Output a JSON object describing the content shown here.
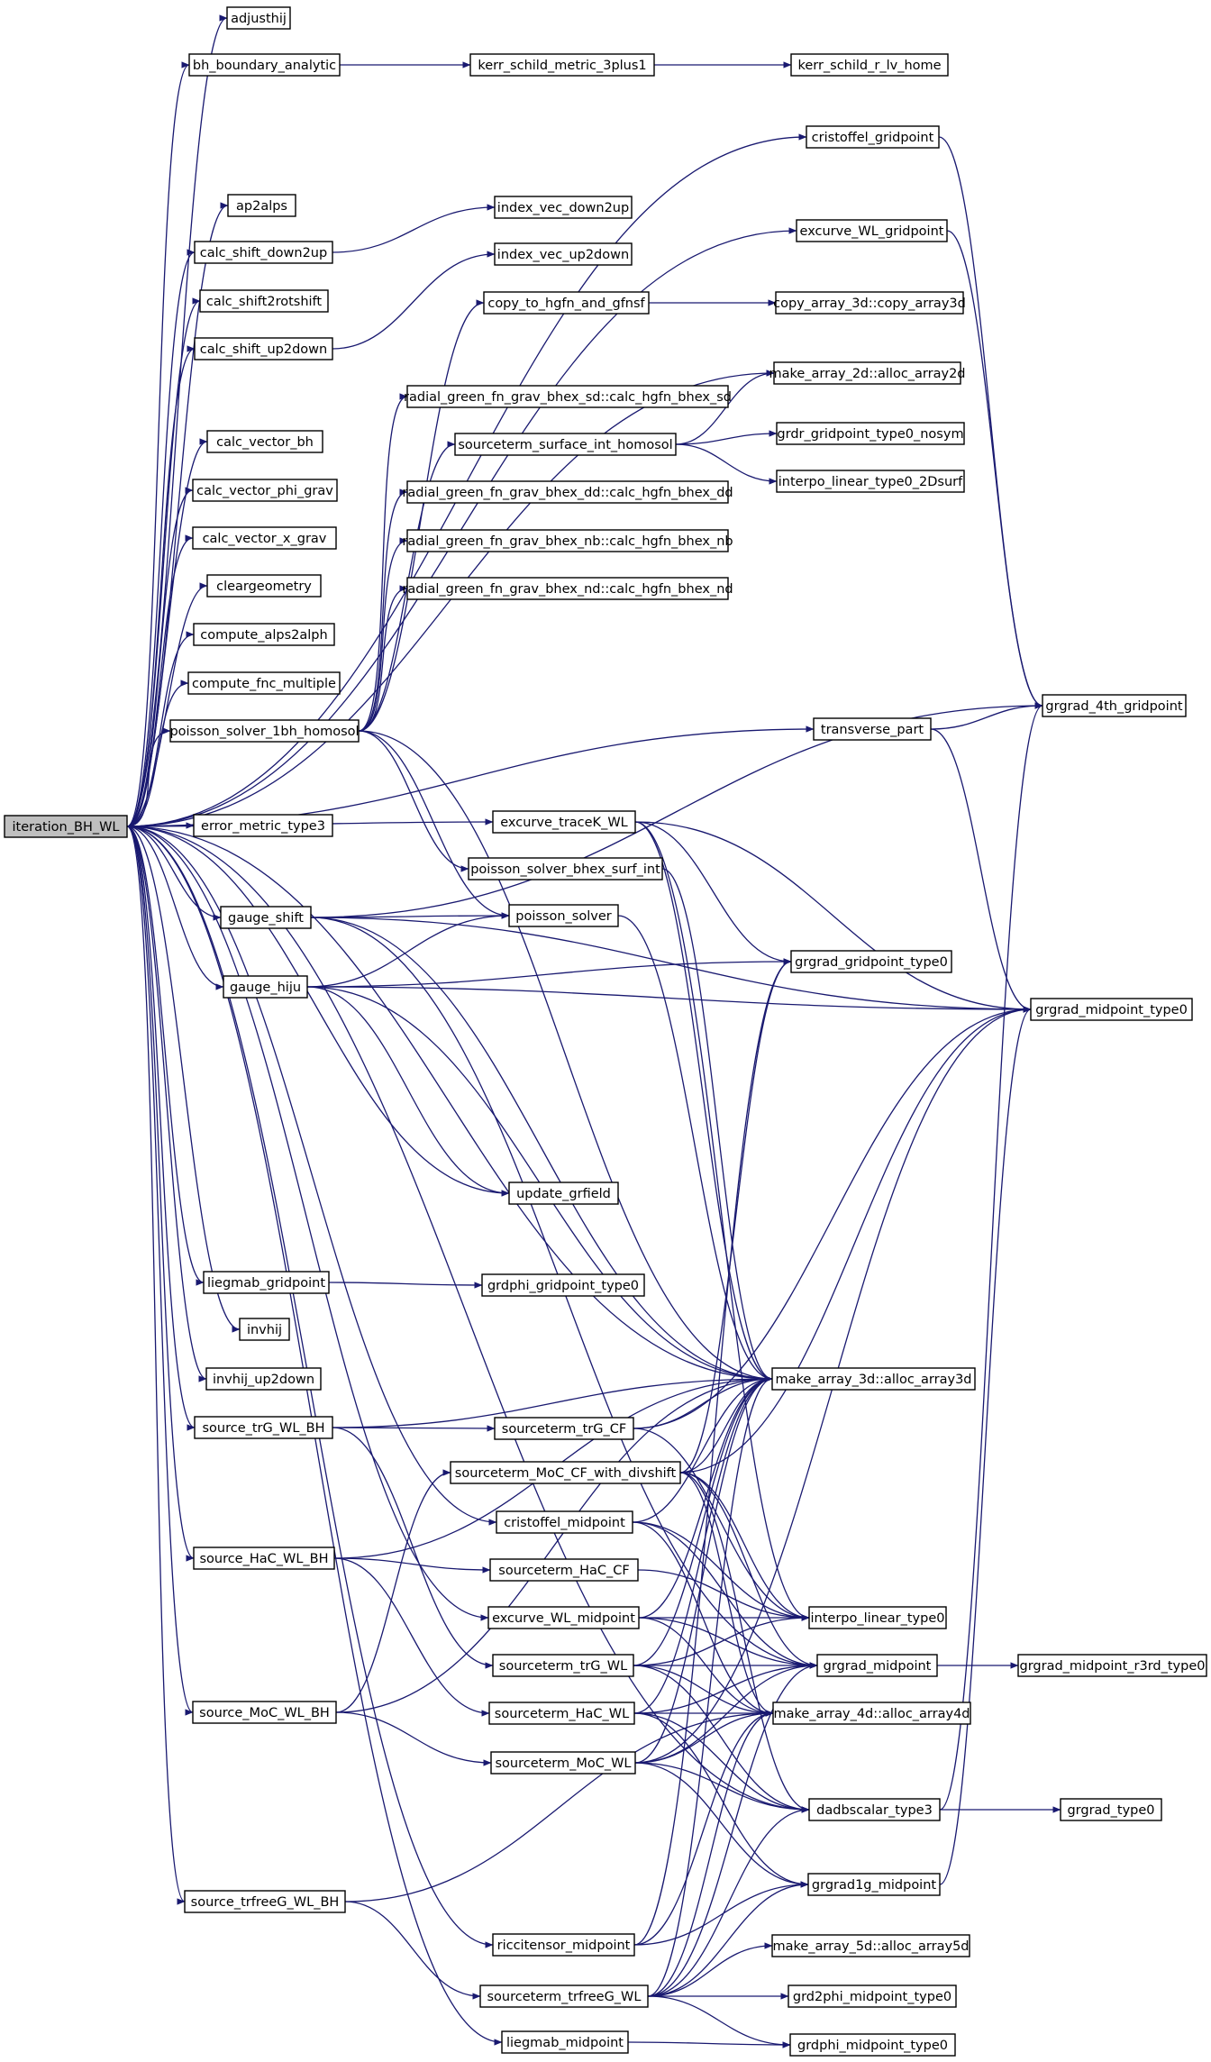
{
  "graph": {
    "root": "iteration_BH_WL",
    "nodes": {
      "iteration_BH_WL": "iteration_BH_WL",
      "adjusthij": "adjusthij",
      "bh_boundary_analytic": "bh_boundary_analytic",
      "kerr_schild_metric_3plus1": "kerr_schild_metric_3plus1",
      "kerr_schild_r_lv_home": "kerr_schild_r_lv_home",
      "cristoffel_gridpoint": "cristoffel_gridpoint",
      "ap2alps": "ap2alps",
      "index_vec_down2up": "index_vec_down2up",
      "calc_shift_down2up": "calc_shift_down2up",
      "excurve_WL_gridpoint": "excurve_WL_gridpoint",
      "calc_shift2rotshift": "calc_shift2rotshift",
      "index_vec_up2down": "index_vec_up2down",
      "copy_to_hgfn_and_gfnsf": "copy_to_hgfn_and_gfnsf",
      "copy_array_3d": "copy_array_3d::copy_array3d",
      "calc_shift_up2down": "calc_shift_up2down",
      "alloc_array2d": "make_array_2d::alloc_array2d",
      "calc_hgfn_bhex_sd": "radial_green_fn_grav_bhex_sd::calc_hgfn_bhex_sd",
      "sourceterm_surface_int_homosol": "sourceterm_surface_int_homosol",
      "grdr_gridpoint_type0_nosym": "grdr_gridpoint_type0_nosym",
      "calc_vector_bh": "calc_vector_bh",
      "interpo_linear_type0_2Dsurf": "interpo_linear_type0_2Dsurf",
      "calc_hgfn_bhex_dd": "radial_green_fn_grav_bhex_dd::calc_hgfn_bhex_dd",
      "calc_vector_phi_grav": "calc_vector_phi_grav",
      "calc_hgfn_bhex_nb": "radial_green_fn_grav_bhex_nb::calc_hgfn_bhex_nb",
      "calc_vector_x_grav": "calc_vector_x_grav",
      "cleargeometry": "cleargeometry",
      "calc_hgfn_bhex_nd": "radial_green_fn_grav_bhex_nd::calc_hgfn_bhex_nd",
      "compute_alps2alph": "compute_alps2alph",
      "compute_fnc_multiple": "compute_fnc_multiple",
      "grgrad_4th_gridpoint": "grgrad_4th_gridpoint",
      "poisson_solver_1bh_homosol": "poisson_solver_1bh_homosol",
      "transverse_part": "transverse_part",
      "error_metric_type3": "error_metric_type3",
      "excurve_traceK_WL": "excurve_traceK_WL",
      "poisson_solver_bhex_surf_int": "poisson_solver_bhex_surf_int",
      "gauge_shift": "gauge_shift",
      "poisson_solver": "poisson_solver",
      "grgrad_gridpoint_type0": "grgrad_gridpoint_type0",
      "gauge_hiju": "gauge_hiju",
      "grgrad_midpoint_type0": "grgrad_midpoint_type0",
      "update_grfield": "update_grfield",
      "liegmab_gridpoint": "liegmab_gridpoint",
      "grdphi_gridpoint_type0": "grdphi_gridpoint_type0",
      "invhij": "invhij",
      "invhij_up2down": "invhij_up2down",
      "alloc_array3d": "make_array_3d::alloc_array3d",
      "source_trG_WL_BH": "source_trG_WL_BH",
      "sourceterm_trG_CF": "sourceterm_trG_CF",
      "sourceterm_MoC_CF_with_divshift": "sourceterm_MoC_CF_with_divshift",
      "cristoffel_midpoint": "cristoffel_midpoint",
      "source_HaC_WL_BH": "source_HaC_WL_BH",
      "sourceterm_HaC_CF": "sourceterm_HaC_CF",
      "excurve_WL_midpoint": "excurve_WL_midpoint",
      "interpo_linear_type0": "interpo_linear_type0",
      "sourceterm_trG_WL": "sourceterm_trG_WL",
      "grgrad_midpoint": "grgrad_midpoint",
      "grgrad_midpoint_r3rd_type0": "grgrad_midpoint_r3rd_type0",
      "source_MoC_WL_BH": "source_MoC_WL_BH",
      "sourceterm_HaC_WL": "sourceterm_HaC_WL",
      "alloc_array4d": "make_array_4d::alloc_array4d",
      "sourceterm_MoC_WL": "sourceterm_MoC_WL",
      "dadbscalar_type3": "dadbscalar_type3",
      "grgrad_type0": "grgrad_type0",
      "source_trfreeG_WL_BH": "source_trfreeG_WL_BH",
      "grgrad1g_midpoint": "grgrad1g_midpoint",
      "riccitensor_midpoint": "riccitensor_midpoint",
      "alloc_array5d": "make_array_5d::alloc_array5d",
      "sourceterm_trfreeG_WL": "sourceterm_trfreeG_WL",
      "grd2phi_midpoint_type0": "grd2phi_midpoint_type0",
      "liegmab_midpoint": "liegmab_midpoint",
      "grdphi_midpoint_type0": "grdphi_midpoint_type0"
    },
    "edges": [
      [
        "iteration_BH_WL",
        "adjusthij"
      ],
      [
        "iteration_BH_WL",
        "bh_boundary_analytic"
      ],
      [
        "iteration_BH_WL",
        "cristoffel_gridpoint"
      ],
      [
        "iteration_BH_WL",
        "ap2alps"
      ],
      [
        "iteration_BH_WL",
        "calc_shift_down2up"
      ],
      [
        "iteration_BH_WL",
        "excurve_WL_gridpoint"
      ],
      [
        "iteration_BH_WL",
        "calc_shift2rotshift"
      ],
      [
        "iteration_BH_WL",
        "calc_shift_up2down"
      ],
      [
        "iteration_BH_WL",
        "alloc_array2d"
      ],
      [
        "iteration_BH_WL",
        "calc_vector_bh"
      ],
      [
        "iteration_BH_WL",
        "calc_vector_phi_grav"
      ],
      [
        "iteration_BH_WL",
        "calc_vector_x_grav"
      ],
      [
        "iteration_BH_WL",
        "cleargeometry"
      ],
      [
        "iteration_BH_WL",
        "compute_alps2alph"
      ],
      [
        "iteration_BH_WL",
        "compute_fnc_multiple"
      ],
      [
        "iteration_BH_WL",
        "poisson_solver_1bh_homosol"
      ],
      [
        "iteration_BH_WL",
        "transverse_part"
      ],
      [
        "iteration_BH_WL",
        "error_metric_type3"
      ],
      [
        "iteration_BH_WL",
        "excurve_traceK_WL"
      ],
      [
        "iteration_BH_WL",
        "gauge_shift"
      ],
      [
        "iteration_BH_WL",
        "gauge_hiju"
      ],
      [
        "iteration_BH_WL",
        "update_grfield"
      ],
      [
        "iteration_BH_WL",
        "alloc_array3d"
      ],
      [
        "iteration_BH_WL",
        "liegmab_gridpoint"
      ],
      [
        "iteration_BH_WL",
        "invhij"
      ],
      [
        "iteration_BH_WL",
        "invhij_up2down"
      ],
      [
        "iteration_BH_WL",
        "source_trG_WL_BH"
      ],
      [
        "iteration_BH_WL",
        "cristoffel_midpoint"
      ],
      [
        "iteration_BH_WL",
        "source_HaC_WL_BH"
      ],
      [
        "iteration_BH_WL",
        "excurve_WL_midpoint"
      ],
      [
        "iteration_BH_WL",
        "source_MoC_WL_BH"
      ],
      [
        "iteration_BH_WL",
        "dadbscalar_type3"
      ],
      [
        "iteration_BH_WL",
        "source_trfreeG_WL_BH"
      ],
      [
        "iteration_BH_WL",
        "riccitensor_midpoint"
      ],
      [
        "iteration_BH_WL",
        "liegmab_midpoint"
      ],
      [
        "bh_boundary_analytic",
        "kerr_schild_metric_3plus1"
      ],
      [
        "kerr_schild_metric_3plus1",
        "kerr_schild_r_lv_home"
      ],
      [
        "cristoffel_gridpoint",
        "grgrad_4th_gridpoint"
      ],
      [
        "calc_shift_down2up",
        "index_vec_down2up"
      ],
      [
        "excurve_WL_gridpoint",
        "grgrad_4th_gridpoint"
      ],
      [
        "calc_shift_up2down",
        "index_vec_up2down"
      ],
      [
        "copy_to_hgfn_and_gfnsf",
        "copy_array_3d"
      ],
      [
        "sourceterm_surface_int_homosol",
        "alloc_array2d"
      ],
      [
        "sourceterm_surface_int_homosol",
        "grdr_gridpoint_type0_nosym"
      ],
      [
        "sourceterm_surface_int_homosol",
        "interpo_linear_type0_2Dsurf"
      ],
      [
        "poisson_solver_1bh_homosol",
        "copy_to_hgfn_and_gfnsf"
      ],
      [
        "poisson_solver_1bh_homosol",
        "calc_hgfn_bhex_sd"
      ],
      [
        "poisson_solver_1bh_homosol",
        "sourceterm_surface_int_homosol"
      ],
      [
        "poisson_solver_1bh_homosol",
        "calc_hgfn_bhex_dd"
      ],
      [
        "poisson_solver_1bh_homosol",
        "calc_hgfn_bhex_nb"
      ],
      [
        "poisson_solver_1bh_homosol",
        "calc_hgfn_bhex_nd"
      ],
      [
        "poisson_solver_1bh_homosol",
        "poisson_solver_bhex_surf_int"
      ],
      [
        "poisson_solver_1bh_homosol",
        "poisson_solver"
      ],
      [
        "poisson_solver_1bh_homosol",
        "alloc_array3d"
      ],
      [
        "transverse_part",
        "grgrad_4th_gridpoint"
      ],
      [
        "transverse_part",
        "grgrad_midpoint_type0"
      ],
      [
        "excurve_traceK_WL",
        "grgrad_gridpoint_type0"
      ],
      [
        "excurve_traceK_WL",
        "grgrad_midpoint_type0"
      ],
      [
        "excurve_traceK_WL",
        "alloc_array3d"
      ],
      [
        "excurve_traceK_WL",
        "interpo_linear_type0"
      ],
      [
        "poisson_solver_bhex_surf_int",
        "alloc_array3d"
      ],
      [
        "gauge_shift",
        "grgrad_4th_gridpoint"
      ],
      [
        "gauge_shift",
        "grgrad_midpoint_type0"
      ],
      [
        "gauge_shift",
        "poisson_solver"
      ],
      [
        "gauge_shift",
        "alloc_array3d"
      ],
      [
        "gauge_shift",
        "grgrad_midpoint"
      ],
      [
        "poisson_solver",
        "alloc_array3d"
      ],
      [
        "gauge_hiju",
        "poisson_solver"
      ],
      [
        "gauge_hiju",
        "grgrad_gridpoint_type0"
      ],
      [
        "gauge_hiju",
        "grgrad_midpoint_type0"
      ],
      [
        "gauge_hiju",
        "update_grfield"
      ],
      [
        "gauge_hiju",
        "alloc_array3d"
      ],
      [
        "liegmab_gridpoint",
        "grdphi_gridpoint_type0"
      ],
      [
        "source_trG_WL_BH",
        "alloc_array3d"
      ],
      [
        "source_trG_WL_BH",
        "sourceterm_trG_CF"
      ],
      [
        "source_trG_WL_BH",
        "sourceterm_trG_WL"
      ],
      [
        "sourceterm_trG_CF",
        "grgrad_midpoint_type0"
      ],
      [
        "sourceterm_trG_CF",
        "alloc_array3d"
      ],
      [
        "sourceterm_trG_CF",
        "interpo_linear_type0"
      ],
      [
        "sourceterm_MoC_CF_with_divshift",
        "grgrad_gridpoint_type0"
      ],
      [
        "sourceterm_MoC_CF_with_divshift",
        "grgrad_midpoint_type0"
      ],
      [
        "sourceterm_MoC_CF_with_divshift",
        "alloc_array3d"
      ],
      [
        "sourceterm_MoC_CF_with_divshift",
        "interpo_linear_type0"
      ],
      [
        "sourceterm_MoC_CF_with_divshift",
        "grgrad_midpoint"
      ],
      [
        "sourceterm_MoC_CF_with_divshift",
        "alloc_array4d"
      ],
      [
        "sourceterm_MoC_CF_with_divshift",
        "dadbscalar_type3"
      ],
      [
        "cristoffel_midpoint",
        "alloc_array3d"
      ],
      [
        "cristoffel_midpoint",
        "interpo_linear_type0"
      ],
      [
        "cristoffel_midpoint",
        "grgrad_midpoint"
      ],
      [
        "cristoffel_midpoint",
        "alloc_array4d"
      ],
      [
        "source_HaC_WL_BH",
        "alloc_array3d"
      ],
      [
        "source_HaC_WL_BH",
        "sourceterm_HaC_CF"
      ],
      [
        "source_HaC_WL_BH",
        "sourceterm_HaC_WL"
      ],
      [
        "sourceterm_HaC_CF",
        "interpo_linear_type0"
      ],
      [
        "excurve_WL_midpoint",
        "alloc_array3d"
      ],
      [
        "excurve_WL_midpoint",
        "interpo_linear_type0"
      ],
      [
        "excurve_WL_midpoint",
        "grgrad_midpoint"
      ],
      [
        "excurve_WL_midpoint",
        "alloc_array4d"
      ],
      [
        "sourceterm_trG_WL",
        "alloc_array3d"
      ],
      [
        "sourceterm_trG_WL",
        "interpo_linear_type0"
      ],
      [
        "sourceterm_trG_WL",
        "grgrad_midpoint"
      ],
      [
        "sourceterm_trG_WL",
        "alloc_array4d"
      ],
      [
        "sourceterm_trG_WL",
        "dadbscalar_type3"
      ],
      [
        "grgrad_midpoint",
        "grgrad_midpoint_r3rd_type0"
      ],
      [
        "source_MoC_WL_BH",
        "sourceterm_MoC_CF_with_divshift"
      ],
      [
        "source_MoC_WL_BH",
        "sourceterm_MoC_WL"
      ],
      [
        "source_MoC_WL_BH",
        "alloc_array3d"
      ],
      [
        "sourceterm_HaC_WL",
        "alloc_array3d"
      ],
      [
        "sourceterm_HaC_WL",
        "grgrad_midpoint"
      ],
      [
        "sourceterm_HaC_WL",
        "alloc_array4d"
      ],
      [
        "sourceterm_HaC_WL",
        "dadbscalar_type3"
      ],
      [
        "sourceterm_HaC_WL",
        "grgrad1g_midpoint"
      ],
      [
        "sourceterm_MoC_WL",
        "alloc_array3d"
      ],
      [
        "sourceterm_MoC_WL",
        "grgrad_midpoint"
      ],
      [
        "sourceterm_MoC_WL",
        "alloc_array4d"
      ],
      [
        "sourceterm_MoC_WL",
        "dadbscalar_type3"
      ],
      [
        "sourceterm_MoC_WL",
        "grgrad1g_midpoint"
      ],
      [
        "sourceterm_MoC_WL",
        "grgrad_midpoint_type0"
      ],
      [
        "dadbscalar_type3",
        "grgrad_type0"
      ],
      [
        "dadbscalar_type3",
        "grgrad_4th_gridpoint"
      ],
      [
        "grgrad1g_midpoint",
        "grgrad_midpoint_type0"
      ],
      [
        "source_trfreeG_WL_BH",
        "alloc_array4d"
      ],
      [
        "source_trfreeG_WL_BH",
        "sourceterm_trfreeG_WL"
      ],
      [
        "riccitensor_midpoint",
        "grgrad_gridpoint_type0"
      ],
      [
        "riccitensor_midpoint",
        "grgrad1g_midpoint"
      ],
      [
        "riccitensor_midpoint",
        "alloc_array4d"
      ],
      [
        "sourceterm_trfreeG_WL",
        "alloc_array3d"
      ],
      [
        "sourceterm_trfreeG_WL",
        "grgrad_midpoint"
      ],
      [
        "sourceterm_trfreeG_WL",
        "alloc_array4d"
      ],
      [
        "sourceterm_trfreeG_WL",
        "dadbscalar_type3"
      ],
      [
        "sourceterm_trfreeG_WL",
        "grgrad1g_midpoint"
      ],
      [
        "sourceterm_trfreeG_WL",
        "alloc_array5d"
      ],
      [
        "sourceterm_trfreeG_WL",
        "grd2phi_midpoint_type0"
      ],
      [
        "sourceterm_trfreeG_WL",
        "grdphi_midpoint_type0"
      ],
      [
        "liegmab_midpoint",
        "grdphi_midpoint_type0"
      ]
    ],
    "colors": {
      "edge": "#191970",
      "root_fill": "#bfbfbf",
      "node_fill": "#ffffff",
      "node_stroke": "#000000"
    }
  }
}
